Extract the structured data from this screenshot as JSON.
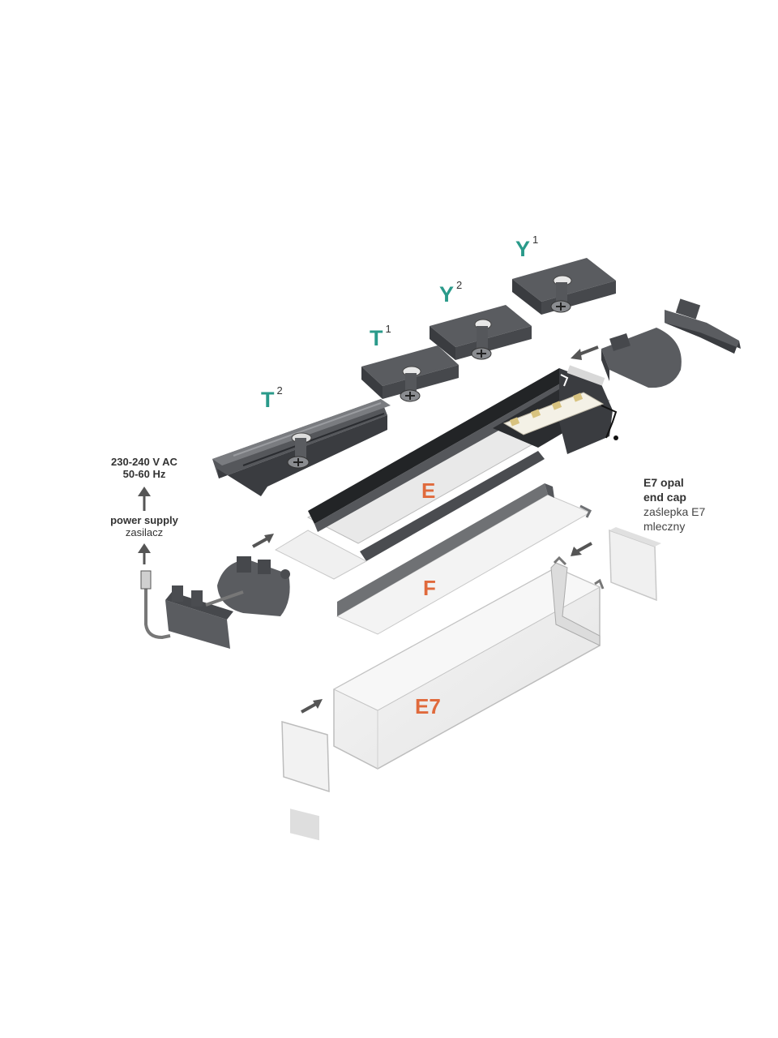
{
  "labels": {
    "T2": {
      "letter": "T",
      "sup": "2"
    },
    "T1": {
      "letter": "T",
      "sup": "1"
    },
    "Y2": {
      "letter": "Y",
      "sup": "2"
    },
    "Y1": {
      "letter": "Y",
      "sup": "1"
    },
    "E": "E",
    "F": "F",
    "E7": "E7"
  },
  "power": {
    "voltage": "230-240 V AC",
    "frequency": "50-60 Hz",
    "supply_en": "power supply",
    "supply_pl": "zasilacz"
  },
  "endcap": {
    "line1": "E7 opal",
    "line2": "end cap",
    "line3": "zaślepka E7",
    "line4": "mleczny"
  },
  "colors": {
    "teal": "#2a9a8a",
    "orange": "#e06a3c",
    "metal": "#4a4c4f",
    "arrow": "#555555"
  }
}
